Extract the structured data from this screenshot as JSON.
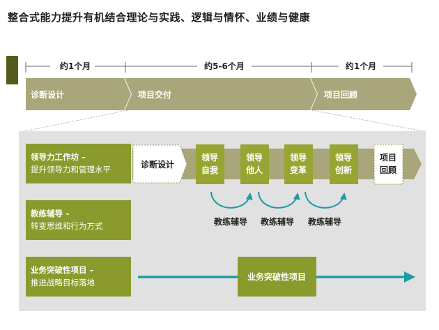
{
  "title": "整合式能力提升有机结合理论与实践、逻辑与情怀、业绩与健康",
  "timeline": {
    "durations": [
      "约1个月",
      "约5-6个月",
      "约1个月"
    ],
    "phases": [
      "诊断设计",
      "项目交付",
      "项目回顾"
    ]
  },
  "modules": [
    {
      "title": "领导力工作坊 –",
      "subtitle": "提升领导力和管理水平"
    },
    {
      "title": "教练辅导 –",
      "subtitle": "转变思维和行为方式"
    },
    {
      "title": "业务突破性项目 –",
      "subtitle": "推进战略目标落地"
    }
  ],
  "workshop_steps": {
    "diagnosis": "诊断设计",
    "steps": [
      {
        "line1": "领导",
        "line2": "自我"
      },
      {
        "line1": "领导",
        "line2": "他人"
      },
      {
        "line1": "领导",
        "line2": "变革"
      },
      {
        "line1": "领导",
        "line2": "创新"
      }
    ],
    "review": {
      "line1": "项目",
      "line2": "回顾"
    }
  },
  "coaching_labels": [
    "教练辅导",
    "教练辅导",
    "教练辅导"
  ],
  "project_label": "业务突破性项目",
  "colors": {
    "olive_dark": "#8a9a2d",
    "olive": "#97a532",
    "khaki": "#a8a67a",
    "panel": "#e1e1e1",
    "teal": "#1e9aa3",
    "accent_bar": "#555b1c"
  }
}
